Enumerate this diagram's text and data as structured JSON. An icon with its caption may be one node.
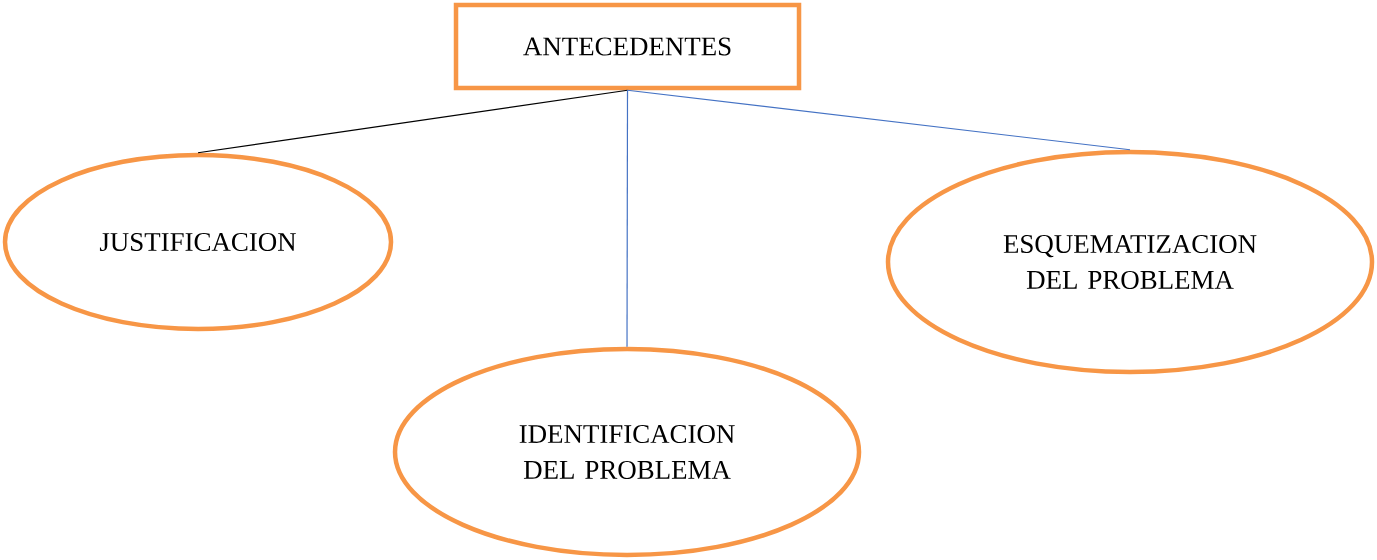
{
  "diagram": {
    "nodes": [
      {
        "text": [
          "ANTECEDENTES"
        ]
      },
      {
        "text": [
          "JUSTIFICACION"
        ]
      },
      {
        "text": [
          "IDENTIFICACION DEL PROBLEMA"
        ]
      },
      {
        "text": [
          "ESQUEMATIZACION DEL PROBLEMA"
        ]
      }
    ],
    "edges": [
      {
        "from": 0,
        "to": 1,
        "arrow": "none",
        "color": "#000000"
      },
      {
        "from": 0,
        "to": 2,
        "arrow": "none"
      },
      {
        "from": 0,
        "to": 3,
        "arrow": "none"
      }
    ]
  }
}
